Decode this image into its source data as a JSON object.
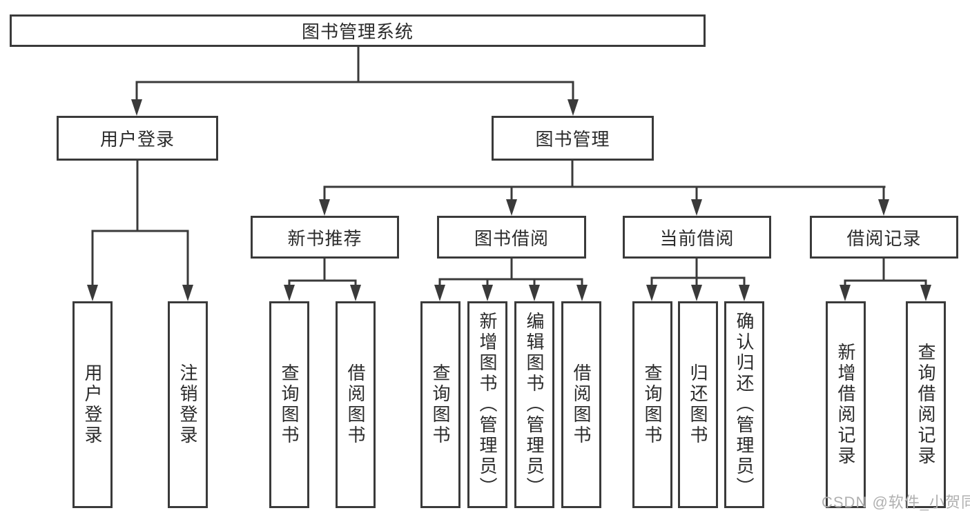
{
  "diagram": {
    "root": {
      "label": "图书管理系统"
    },
    "level2": [
      {
        "label": "用户登录"
      },
      {
        "label": "图书管理"
      }
    ],
    "level3": [
      {
        "label": "新书推荐"
      },
      {
        "label": "图书借阅"
      },
      {
        "label": "当前借阅"
      },
      {
        "label": "借阅记录"
      }
    ],
    "leaves": {
      "user": [
        {
          "label": "用户登录"
        },
        {
          "label": "注销登录"
        }
      ],
      "newbook": [
        {
          "label": "查询图书"
        },
        {
          "label": "借阅图书"
        }
      ],
      "bookborrow": [
        {
          "label": "查询图书"
        },
        {
          "label": "新增图书（管理员）"
        },
        {
          "label": "编辑图书（管理员）"
        },
        {
          "label": "借阅图书"
        }
      ],
      "current": [
        {
          "label": "查询图书"
        },
        {
          "label": "归还图书"
        },
        {
          "label": "确认归还（管理员）"
        }
      ],
      "records": [
        {
          "label": "新增借阅记录"
        },
        {
          "label": "查询借阅记录"
        }
      ]
    }
  },
  "watermark": {
    "text": "CSDN @软件_小贺同学"
  },
  "colors": {
    "line": "#3a3a3a",
    "text": "#2b2b2b",
    "box_background": "#ffffff",
    "page_background": "#ffffff",
    "watermark": "#b0b0b0"
  }
}
